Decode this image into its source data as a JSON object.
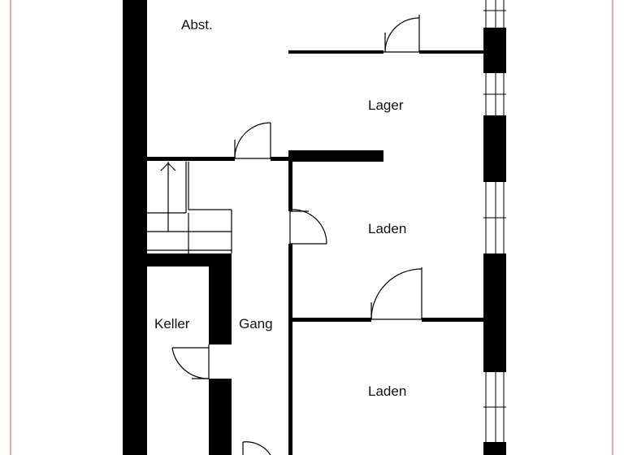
{
  "colors": {
    "background": "#ffffff",
    "border": "#c0504d",
    "wall": "#000000",
    "line": "#000000"
  },
  "rooms": {
    "abst": "Abst.",
    "lager": "Lager",
    "laden_upper": "Laden",
    "laden_lower": "Laden",
    "keller": "Keller",
    "gang": "Gang"
  }
}
